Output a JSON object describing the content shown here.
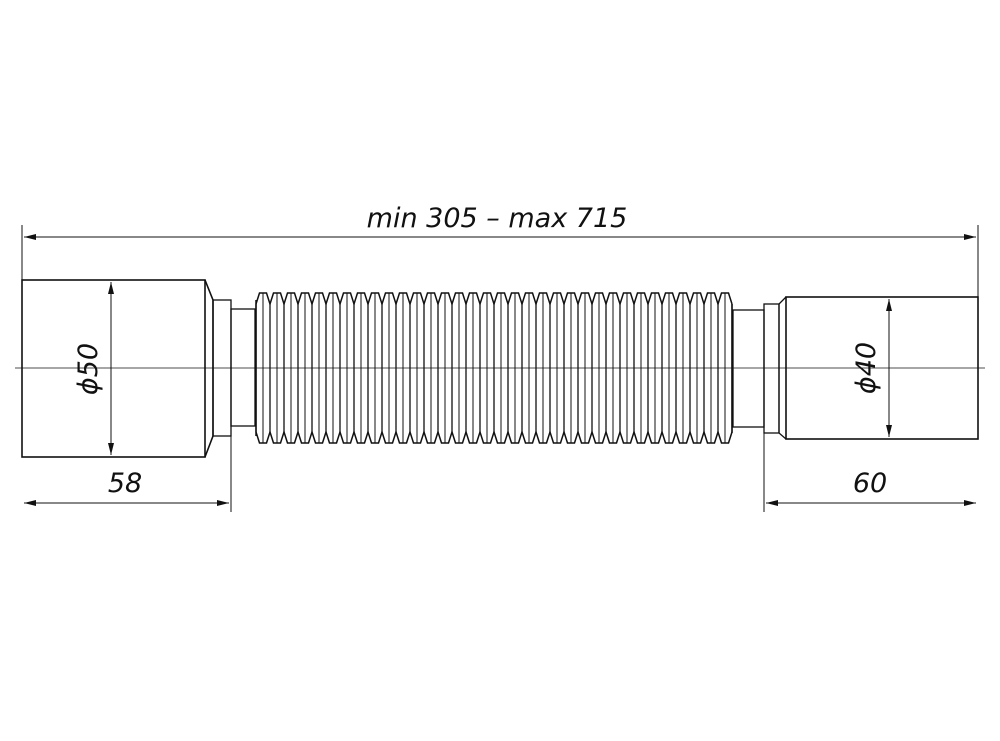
{
  "dimensions": {
    "overall_length": "min 305 – max 715",
    "left_diameter": "ϕ50",
    "right_diameter": "ϕ40",
    "left_length": "58",
    "right_length": "60"
  },
  "colors": {
    "line": "#111111",
    "background": "#ffffff"
  }
}
